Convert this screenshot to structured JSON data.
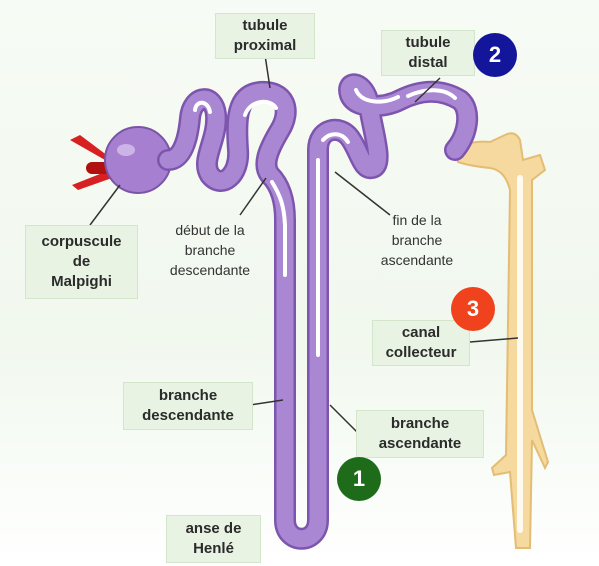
{
  "labels": {
    "tubule_proximal": [
      "tubule",
      "proximal"
    ],
    "tubule_distal": [
      "tubule",
      "distal"
    ],
    "corpuscule": [
      "corpuscule",
      "de",
      "Malpighi"
    ],
    "debut_branche": [
      "début de la",
      "branche",
      "descendante"
    ],
    "fin_branche": [
      "fin de la",
      "branche",
      "ascendante"
    ],
    "canal_collecteur": [
      "canal",
      "collecteur"
    ],
    "branche_descendante": [
      "branche",
      "descendante"
    ],
    "branche_ascendante": [
      "branche",
      "ascendante"
    ],
    "anse_henle": [
      "anse de",
      "Henlé"
    ]
  },
  "badges": [
    {
      "number": "1",
      "color": "#1e6b1a"
    },
    {
      "number": "2",
      "color": "#13169a"
    },
    {
      "number": "3",
      "color": "#f0421c"
    }
  ]
}
